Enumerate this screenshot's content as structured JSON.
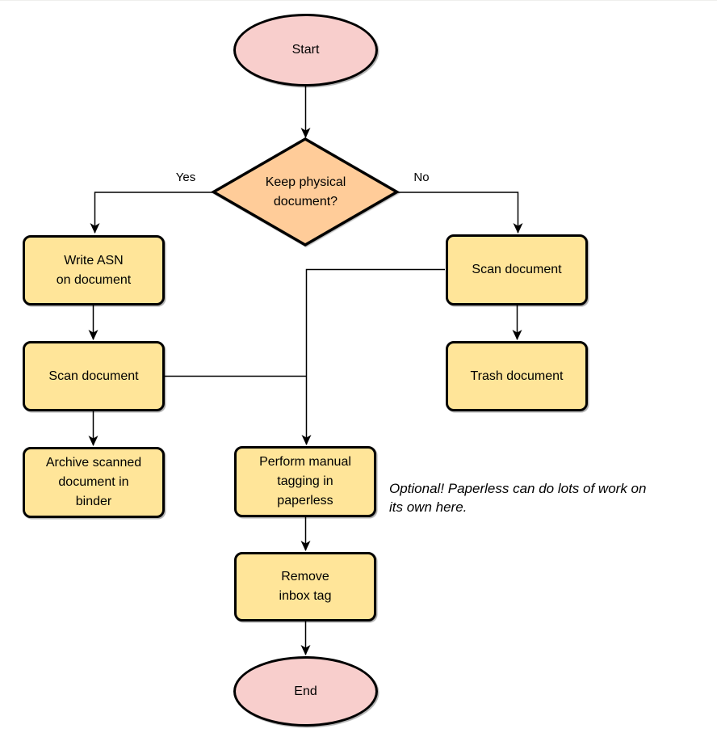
{
  "flowchart": {
    "nodes": {
      "start": "Start",
      "decision": "Keep physical\ndocument?",
      "write_asn": "Write ASN\non document",
      "scan_left": "Scan document",
      "archive": "Archive scanned\ndocument in\nbinder",
      "scan_right": "Scan document",
      "trash": "Trash document",
      "tagging": "Perform manual\ntagging in\npaperless",
      "remove_inbox": "Remove\ninbox tag",
      "end": "End"
    },
    "edge_labels": {
      "yes": "Yes",
      "no": "No"
    },
    "annotation": "Optional! Paperless can do lots of work on\nits own here.",
    "colors": {
      "terminal_fill": "#f8cecc",
      "decision_fill": "#ffcc99",
      "process_fill": "#ffe599",
      "stroke": "#000000"
    }
  }
}
